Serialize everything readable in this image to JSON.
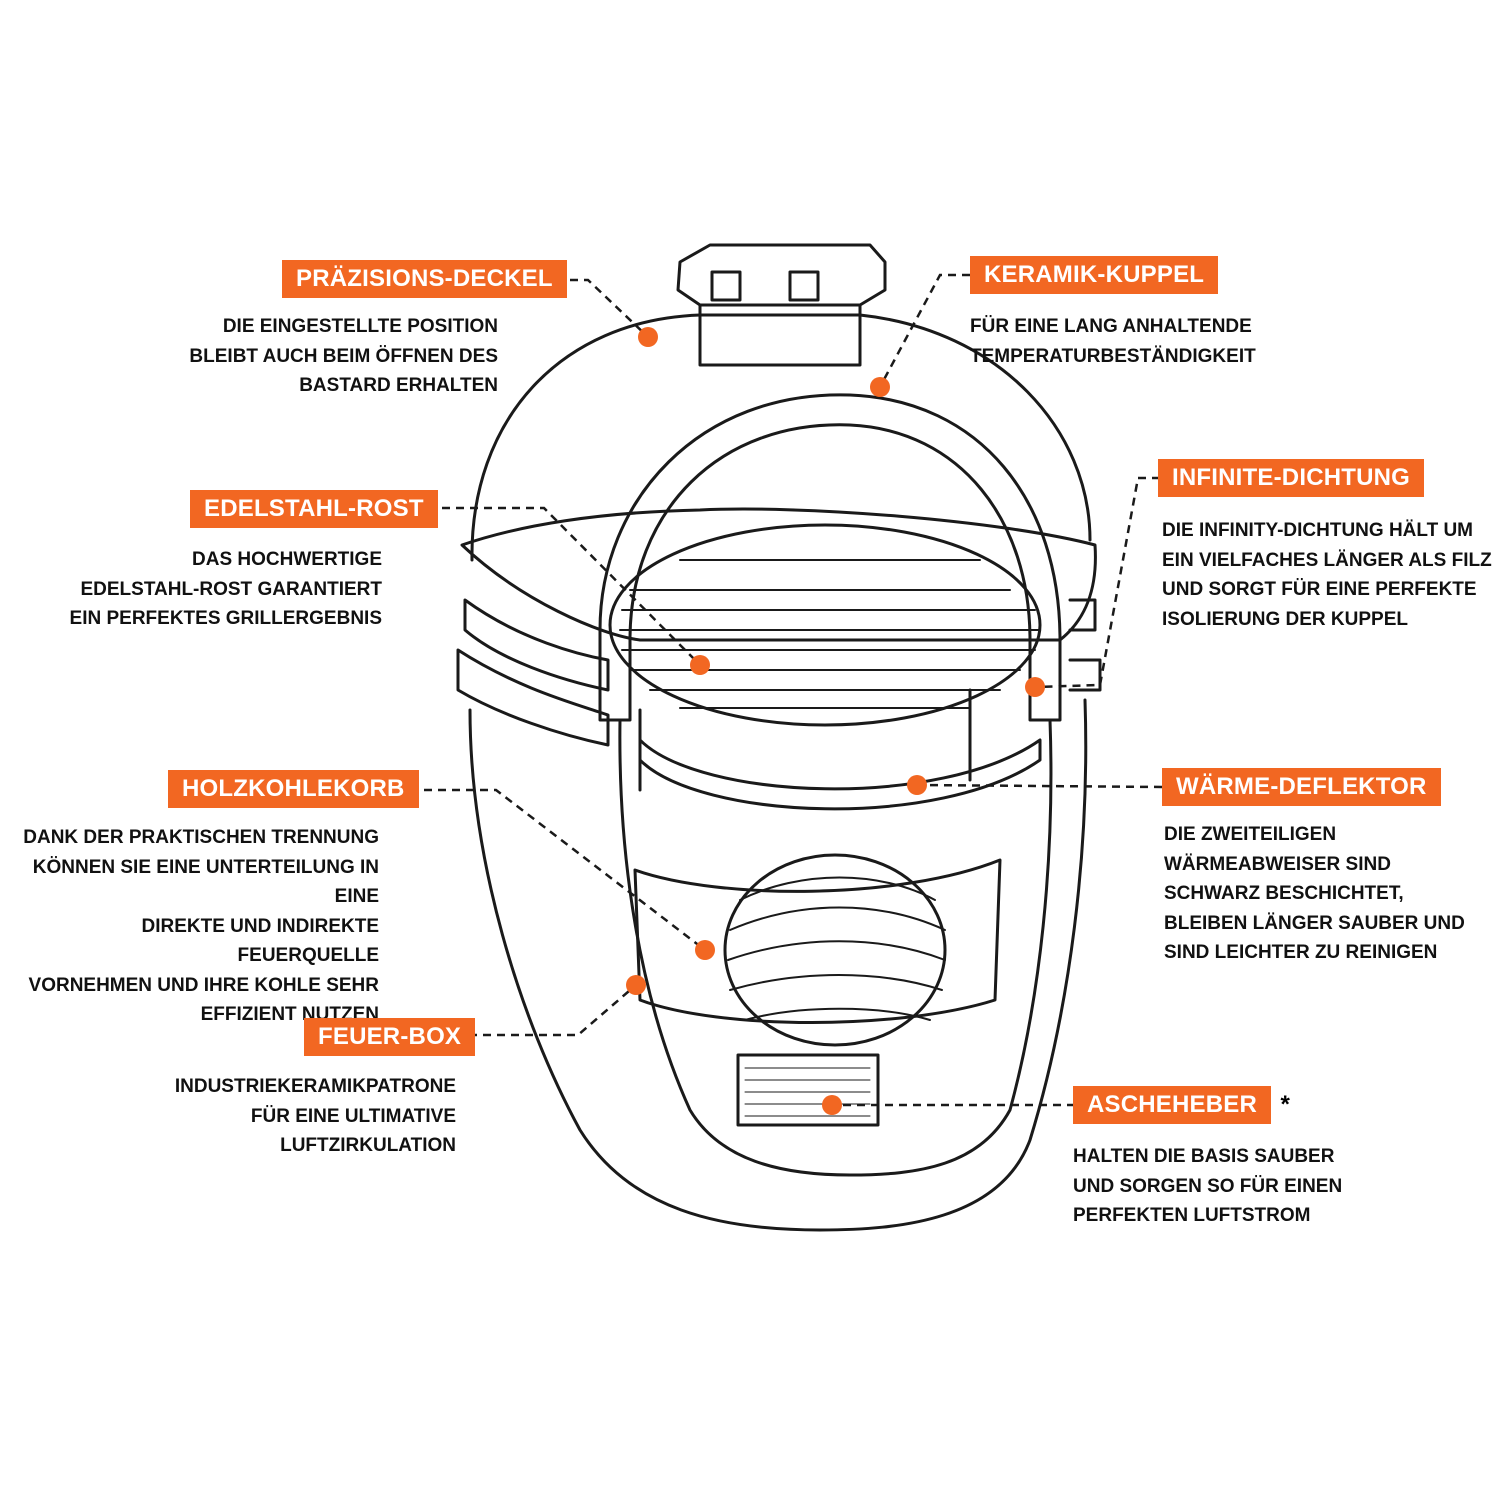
{
  "colors": {
    "accent": "#f26722",
    "ink": "#1a1a1a"
  },
  "callouts": [
    {
      "id": "praezisions-deckel",
      "label": "PRÄZISIONS-DECKEL",
      "desc": "DIE EINGESTELLTE POSITION\nBLEIBT AUCH BEIM ÖFFNEN DES\nBASTARD ERHALTEN"
    },
    {
      "id": "keramik-kuppel",
      "label": "KERAMIK-KUPPEL",
      "desc": "FÜR EINE LANG ANHALTENDE\nTEMPERATURBESTÄNDIGKEIT"
    },
    {
      "id": "edelstahl-rost",
      "label": "EDELSTAHL-ROST",
      "desc": "DAS HOCHWERTIGE\nEDELSTAHL-ROST GARANTIERT\nEIN PERFEKTES GRILLERGEBNIS"
    },
    {
      "id": "infinite-dichtung",
      "label": "INFINITE-DICHTUNG",
      "desc": "DIE INFINITY-DICHTUNG HÄLT UM\nEIN VIELFACHES LÄNGER ALS FILZ\nUND SORGT FÜR EINE PERFEKTE\nISOLIERUNG DER KUPPEL"
    },
    {
      "id": "holzkohlekorb",
      "label": "HOLZKOHLEKORB",
      "desc": "DANK DER PRAKTISCHEN TRENNUNG\nKÖNNEN SIE EINE UNTERTEILUNG IN EINE\nDIREKTE UND INDIREKTE FEUERQUELLE\nVORNEHMEN UND IHRE KOHLE SEHR\nEFFIZIENT NUTZEN"
    },
    {
      "id": "waerme-deflektor",
      "label": "WÄRME-DEFLEKTOR",
      "desc": "DIE ZWEITEILIGEN\nWÄRMEABWEISER SIND\nSCHWARZ BESCHICHTET,\nBLEIBEN LÄNGER SAUBER UND\nSIND LEICHTER ZU REINIGEN"
    },
    {
      "id": "feuer-box",
      "label": "FEUER-BOX",
      "desc": "INDUSTRIEKERAMIKPATRONE\nFÜR EINE ULTIMATIVE\nLUFTZIRKULATION"
    },
    {
      "id": "ascheheber",
      "label": "ASCHEHEBER",
      "star": "*",
      "desc": "HALTEN DIE BASIS SAUBER\nUND SORGEN SO FÜR EINEN\nPERFEKTEN LUFTSTROM"
    }
  ]
}
